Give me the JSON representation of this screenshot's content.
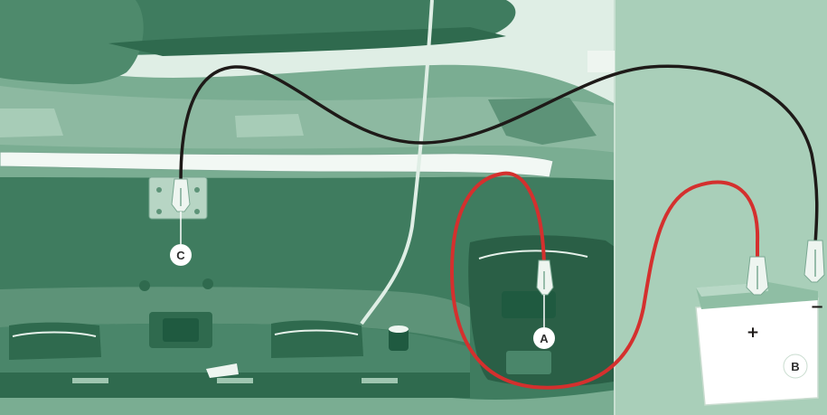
{
  "callouts": {
    "a": "A",
    "b": "B",
    "c": "C"
  },
  "battery": {
    "positive_symbol": "+",
    "negative_symbol": "−"
  },
  "colors": {
    "engine_bay_dark": "#3f7c5f",
    "engine_bay_mid": "#6a9f84",
    "engine_bay_light": "#9fc6b0",
    "side_panel": "#a9cfb9",
    "hood_light": "#dfeee5",
    "battery_body": "#ffffff",
    "battery_top": "#a9cfb9",
    "red_cable": "#d4302e",
    "black_cable": "#1e1a18",
    "callout_circle": "#ffffff",
    "callout_text": "#2d2d2d"
  }
}
